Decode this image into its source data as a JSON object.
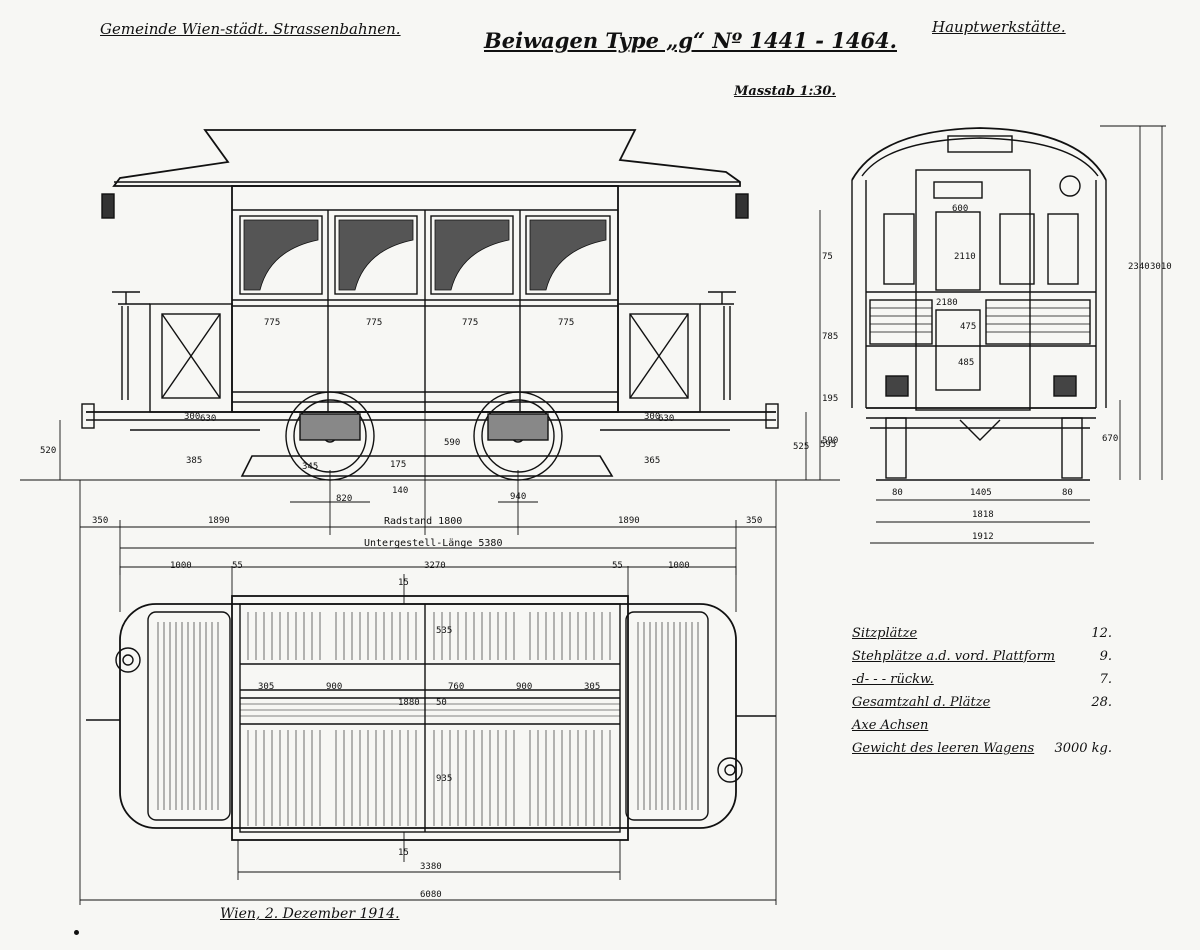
{
  "header": {
    "left": "Gemeinde Wien-städt. Strassenbahnen.",
    "center": "Beiwagen Type „g“ Nº 1441 - 1464.",
    "right": "Hauptwerkstätte.",
    "scale": "Masstab 1:30."
  },
  "side_view_dims": {
    "panel_1": "775",
    "panel_2": "775",
    "panel_3": "775",
    "panel_4": "775",
    "step_left": "630",
    "step_right": "630",
    "h_left_a": "300",
    "h_right_a": "300",
    "h_385": "385",
    "h_175": "175",
    "h_590": "590",
    "h_525": "525",
    "h_365": "365",
    "h_520": "520",
    "h_140": "140",
    "h_595": "595",
    "wheel_820": "820",
    "wheel_940": "940",
    "h_345": "345"
  },
  "length_dims": {
    "d_350_left": "350",
    "d_1890_left": "1890",
    "radstand": "Radstand 1800",
    "d_1890_right": "1890",
    "d_350_right": "350",
    "untergestell": "Untergestell-Länge 5380",
    "d_1000_left": "1000",
    "d_55_left": "55",
    "d_3270": "3270",
    "d_55_right": "55",
    "d_1000_right": "1000"
  },
  "end_view_dims": {
    "d_600": "600",
    "d_2110": "2110",
    "d_2180": "2180",
    "d_475": "475",
    "d_485": "485",
    "d_75": "75",
    "d_785": "785",
    "d_195": "195",
    "d_590": "590",
    "h_2340": "2340",
    "h_3010": "3010",
    "h_670": "670",
    "d_80_l": "80",
    "d_1405": "1405",
    "d_80_r": "80",
    "d_1818": "1818",
    "d_1912": "1912"
  },
  "plan_dims": {
    "p_305_l": "305",
    "p_900_l": "900",
    "p_760": "760",
    "p_900_r": "900",
    "p_305_r": "305",
    "p_535": "535",
    "p_1880": "1880",
    "p_50": "50",
    "p_935": "935",
    "p_15_top": "15",
    "p_15_bot": "15",
    "p_3380": "3380",
    "p_6080": "6080"
  },
  "capacity_table": {
    "rows": [
      {
        "label": "Sitzplätze",
        "value": "12."
      },
      {
        "label": "Stehplätze a.d. vord. Plattform",
        "value": "9."
      },
      {
        "label": "-d- - - rückw.",
        "value": "7."
      },
      {
        "label": "Gesamtzahl d. Plätze",
        "value": "28."
      },
      {
        "label": "Axe Achsen",
        "value": ""
      },
      {
        "label": "Gewicht des leeren Wagens",
        "value": "3000 kg."
      }
    ]
  },
  "footer": {
    "date": "Wien, 2. Dezember 1914."
  }
}
